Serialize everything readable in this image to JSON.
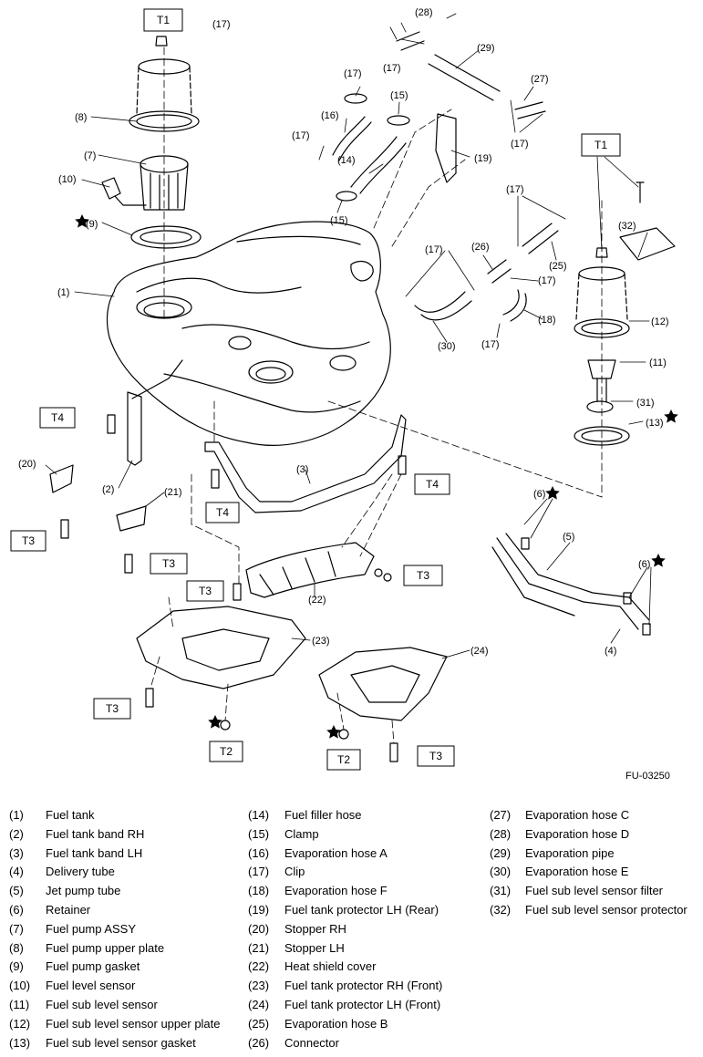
{
  "figure_code": "FU-03250",
  "torque_labels": [
    "T1",
    "T1",
    "T2",
    "T2",
    "T3",
    "T3",
    "T3",
    "T3",
    "T3",
    "T3",
    "T4",
    "T4",
    "T4"
  ],
  "callouts": [
    "(1)",
    "(2)",
    "(3)",
    "(4)",
    "(5)",
    "(6)",
    "(6)",
    "(7)",
    "(8)",
    "(9)",
    "(10)",
    "(11)",
    "(12)",
    "(13)",
    "(14)",
    "(15)",
    "(15)",
    "(16)",
    "(17)",
    "(17)",
    "(17)",
    "(17)",
    "(17)",
    "(17)",
    "(17)",
    "(17)",
    "(17)",
    "(18)",
    "(19)",
    "(20)",
    "(21)",
    "(22)",
    "(23)",
    "(24)",
    "(25)",
    "(26)",
    "(27)",
    "(28)",
    "(29)",
    "(30)",
    "(31)",
    "(32)"
  ],
  "legend": {
    "col1": [
      {
        "num": "(1)",
        "name": "Fuel tank"
      },
      {
        "num": "(2)",
        "name": "Fuel tank band RH"
      },
      {
        "num": "(3)",
        "name": "Fuel tank band LH"
      },
      {
        "num": "(4)",
        "name": "Delivery tube"
      },
      {
        "num": "(5)",
        "name": "Jet pump tube"
      },
      {
        "num": "(6)",
        "name": "Retainer"
      },
      {
        "num": "(7)",
        "name": "Fuel pump ASSY"
      },
      {
        "num": "(8)",
        "name": "Fuel pump upper plate"
      },
      {
        "num": "(9)",
        "name": "Fuel pump gasket"
      },
      {
        "num": "(10)",
        "name": "Fuel level sensor"
      },
      {
        "num": "(11)",
        "name": "Fuel sub level sensor"
      },
      {
        "num": "(12)",
        "name": "Fuel sub level sensor upper plate"
      },
      {
        "num": "(13)",
        "name": "Fuel sub level sensor gasket"
      }
    ],
    "col2": [
      {
        "num": "(14)",
        "name": "Fuel filler hose"
      },
      {
        "num": "(15)",
        "name": "Clamp"
      },
      {
        "num": "(16)",
        "name": "Evaporation hose A"
      },
      {
        "num": "(17)",
        "name": "Clip"
      },
      {
        "num": "(18)",
        "name": "Evaporation hose F"
      },
      {
        "num": "(19)",
        "name": "Fuel tank protector LH (Rear)"
      },
      {
        "num": "(20)",
        "name": "Stopper RH"
      },
      {
        "num": "(21)",
        "name": "Stopper LH"
      },
      {
        "num": "(22)",
        "name": "Heat shield cover"
      },
      {
        "num": "(23)",
        "name": "Fuel tank protector RH (Front)"
      },
      {
        "num": "(24)",
        "name": "Fuel tank protector LH (Front)"
      },
      {
        "num": "(25)",
        "name": "Evaporation hose B"
      },
      {
        "num": "(26)",
        "name": "Connector"
      }
    ],
    "col3": [
      {
        "num": "(27)",
        "name": "Evaporation hose C"
      },
      {
        "num": "(28)",
        "name": "Evaporation hose D"
      },
      {
        "num": "(29)",
        "name": "Evaporation pipe"
      },
      {
        "num": "(30)",
        "name": "Evaporation hose E"
      },
      {
        "num": "(31)",
        "name": "Fuel sub level sensor filter"
      },
      {
        "num": "(32)",
        "name": "Fuel sub level sensor protector"
      }
    ]
  }
}
